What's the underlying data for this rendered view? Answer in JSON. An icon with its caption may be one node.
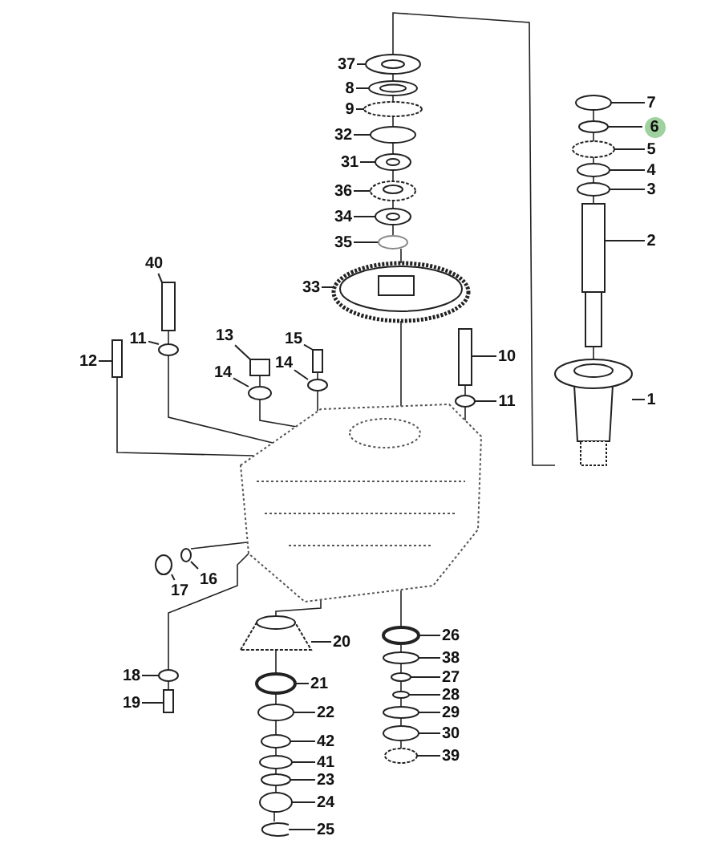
{
  "diagram": {
    "nodes": [
      {
        "text": [
          "37"
        ]
      },
      {
        "text": [
          "8"
        ]
      },
      {
        "text": [
          "9"
        ]
      },
      {
        "text": [
          "32"
        ]
      },
      {
        "text": [
          "31"
        ]
      },
      {
        "text": [
          "36"
        ]
      },
      {
        "text": [
          "34"
        ]
      },
      {
        "text": [
          "35"
        ]
      },
      {
        "text": [
          "33"
        ]
      },
      {
        "text": [
          "7"
        ]
      },
      {
        "text": [
          "6"
        ]
      },
      {
        "text": [
          "5"
        ]
      },
      {
        "text": [
          "4"
        ]
      },
      {
        "text": [
          "3"
        ]
      },
      {
        "text": [
          "2"
        ]
      },
      {
        "text": [
          "1"
        ]
      },
      {
        "text": [
          "40"
        ]
      },
      {
        "text": [
          "11"
        ]
      },
      {
        "text": [
          "12"
        ]
      },
      {
        "text": [
          "13"
        ]
      },
      {
        "text": [
          "14"
        ]
      },
      {
        "text": [
          "15"
        ]
      },
      {
        "text": [
          "14"
        ]
      },
      {
        "text": [
          "10"
        ]
      },
      {
        "text": [
          "11"
        ]
      },
      {
        "text": [
          "16"
        ]
      },
      {
        "text": [
          "17"
        ]
      },
      {
        "text": [
          "18"
        ]
      },
      {
        "text": [
          "19"
        ]
      },
      {
        "text": [
          "20"
        ]
      },
      {
        "text": [
          "21"
        ]
      },
      {
        "text": [
          "22"
        ]
      },
      {
        "text": [
          "42"
        ]
      },
      {
        "text": [
          "41"
        ]
      },
      {
        "text": [
          "23"
        ]
      },
      {
        "text": [
          "24"
        ]
      },
      {
        "text": [
          "25"
        ]
      },
      {
        "text": [
          "26"
        ]
      },
      {
        "text": [
          "38"
        ]
      },
      {
        "text": [
          "27"
        ]
      },
      {
        "text": [
          "28"
        ]
      },
      {
        "text": [
          "29"
        ]
      },
      {
        "text": [
          "30"
        ]
      },
      {
        "text": [
          "39"
        ]
      },
      {
        "text": [],
        "shape": "picture"
      },
      {
        "text": [],
        "shape": "picture"
      },
      {
        "text": [],
        "shape": "circle"
      },
      {
        "text": [],
        "shape": "circle"
      },
      {
        "text": [],
        "shape": "picture"
      },
      {
        "text": [],
        "shape": "picture"
      },
      {
        "text": [],
        "shape": "picture"
      },
      {
        "text": [],
        "shape": "circle"
      },
      {
        "text": [],
        "shape": "picture"
      },
      {
        "text": [],
        "shape": "circle"
      },
      {
        "text": [],
        "shape": "circle"
      },
      {
        "text": [],
        "shape": "circle"
      },
      {
        "text": [],
        "shape": "circle"
      },
      {
        "text": [],
        "shape": "circle"
      },
      {
        "text": [],
        "shape": "picture"
      },
      {
        "text": [],
        "shape": "picture"
      },
      {
        "text": [],
        "shape": "box"
      },
      {
        "text": [],
        "shape": "circle"
      },
      {
        "text": [],
        "shape": "box"
      },
      {
        "text": [],
        "shape": "box"
      },
      {
        "text": [],
        "shape": "circle"
      },
      {
        "text": [],
        "shape": "box"
      },
      {
        "text": [],
        "shape": "circle"
      },
      {
        "text": [],
        "shape": "box"
      },
      {
        "text": [],
        "shape": "circle"
      },
      {
        "text": [],
        "shape": "circle"
      },
      {
        "text": [],
        "shape": "circle"
      },
      {
        "text": [],
        "shape": "circle"
      },
      {
        "text": [],
        "shape": "box"
      },
      {
        "text": [],
        "shape": "picture"
      },
      {
        "text": [],
        "shape": "circle"
      },
      {
        "text": [],
        "shape": "circle"
      },
      {
        "text": [],
        "shape": "circle"
      },
      {
        "text": [],
        "shape": "circle"
      },
      {
        "text": [],
        "shape": "circle"
      },
      {
        "text": [],
        "shape": "circle"
      },
      {
        "text": [],
        "shape": "picture"
      },
      {
        "text": [],
        "shape": "circle"
      },
      {
        "text": [],
        "shape": "circle"
      },
      {
        "text": [],
        "shape": "circle"
      },
      {
        "text": [],
        "shape": "circle"
      },
      {
        "text": [],
        "shape": "circle"
      },
      {
        "text": [],
        "shape": "circle"
      },
      {
        "text": [],
        "shape": "circle"
      },
      {
        "text": [],
        "shape": "picture"
      }
    ],
    "edges": [
      {
        "from": 0,
        "to": 44,
        "arrow": "none"
      },
      {
        "from": 1,
        "to": 45,
        "arrow": "none"
      },
      {
        "from": 2,
        "to": 46,
        "arrow": "none"
      },
      {
        "from": 3,
        "to": 47,
        "arrow": "none"
      },
      {
        "from": 4,
        "to": 48,
        "arrow": "none"
      },
      {
        "from": 5,
        "to": 49,
        "arrow": "none"
      },
      {
        "from": 6,
        "to": 50,
        "arrow": "none"
      },
      {
        "from": 7,
        "to": 51,
        "arrow": "none"
      },
      {
        "from": 8,
        "to": 52,
        "arrow": "none"
      },
      {
        "from": 9,
        "to": 53,
        "arrow": "none"
      },
      {
        "from": 10,
        "to": 54,
        "arrow": "none"
      },
      {
        "from": 11,
        "to": 55,
        "arrow": "none"
      },
      {
        "from": 12,
        "to": 56,
        "arrow": "none"
      },
      {
        "from": 13,
        "to": 57,
        "arrow": "none"
      },
      {
        "from": 14,
        "to": 58,
        "arrow": "none"
      },
      {
        "from": 15,
        "to": 59,
        "arrow": "none"
      },
      {
        "from": 16,
        "to": 60,
        "arrow": "none"
      },
      {
        "from": 17,
        "to": 61,
        "arrow": "none"
      },
      {
        "from": 18,
        "to": 62,
        "arrow": "none"
      },
      {
        "from": 19,
        "to": 63,
        "arrow": "none"
      },
      {
        "from": 20,
        "to": 64,
        "arrow": "none"
      },
      {
        "from": 21,
        "to": 65,
        "arrow": "none"
      },
      {
        "from": 22,
        "to": 66,
        "arrow": "none"
      },
      {
        "from": 23,
        "to": 67,
        "arrow": "none"
      },
      {
        "from": 24,
        "to": 68,
        "arrow": "none"
      },
      {
        "from": 25,
        "to": 69,
        "arrow": "none"
      },
      {
        "from": 26,
        "to": 70,
        "arrow": "none"
      },
      {
        "from": 27,
        "to": 71,
        "arrow": "none"
      },
      {
        "from": 28,
        "to": 72,
        "arrow": "none"
      },
      {
        "from": 29,
        "to": 73,
        "arrow": "none"
      },
      {
        "from": 30,
        "to": 74,
        "arrow": "none"
      },
      {
        "from": 31,
        "to": 75,
        "arrow": "none"
      },
      {
        "from": 32,
        "to": 76,
        "arrow": "none"
      },
      {
        "from": 33,
        "to": 77,
        "arrow": "none"
      },
      {
        "from": 34,
        "to": 78,
        "arrow": "none"
      },
      {
        "from": 35,
        "to": 79,
        "arrow": "none"
      },
      {
        "from": 36,
        "to": 80,
        "arrow": "none"
      },
      {
        "from": 37,
        "to": 81,
        "arrow": "none"
      },
      {
        "from": 38,
        "to": 82,
        "arrow": "none"
      },
      {
        "from": 39,
        "to": 83,
        "arrow": "none"
      },
      {
        "from": 40,
        "to": 84,
        "arrow": "none"
      },
      {
        "from": 41,
        "to": 85,
        "arrow": "none"
      },
      {
        "from": 42,
        "to": 86,
        "arrow": "none"
      },
      {
        "from": 43,
        "to": 87,
        "arrow": "none"
      },
      {
        "from": 44,
        "to": 45,
        "arrow": "none"
      },
      {
        "from": 45,
        "to": 46,
        "arrow": "none"
      },
      {
        "from": 46,
        "to": 47,
        "arrow": "none"
      },
      {
        "from": 47,
        "to": 48,
        "arrow": "none"
      },
      {
        "from": 48,
        "to": 49,
        "arrow": "none"
      },
      {
        "from": 49,
        "to": 50,
        "arrow": "none"
      },
      {
        "from": 50,
        "to": 51,
        "arrow": "none"
      },
      {
        "from": 51,
        "to": 52,
        "arrow": "none"
      },
      {
        "from": 52,
        "to": 88,
        "arrow": "none"
      },
      {
        "from": 44,
        "to": 59,
        "arrow": "none"
      },
      {
        "from": 53,
        "to": 54,
        "arrow": "none"
      },
      {
        "from": 54,
        "to": 55,
        "arrow": "none"
      },
      {
        "from": 55,
        "to": 56,
        "arrow": "none"
      },
      {
        "from": 56,
        "to": 57,
        "arrow": "none"
      },
      {
        "from": 57,
        "to": 58,
        "arrow": "none"
      },
      {
        "from": 58,
        "to": 59,
        "arrow": "none"
      },
      {
        "from": 62,
        "to": 88,
        "arrow": "none"
      },
      {
        "from": 60,
        "to": 61,
        "arrow": "none"
      },
      {
        "from": 61,
        "to": 88,
        "arrow": "none"
      },
      {
        "from": 63,
        "to": 64,
        "arrow": "none"
      },
      {
        "from": 64,
        "to": 88,
        "arrow": "none"
      },
      {
        "from": 65,
        "to": 66,
        "arrow": "none"
      },
      {
        "from": 66,
        "to": 88,
        "arrow": "none"
      },
      {
        "from": 67,
        "to": 68,
        "arrow": "none"
      },
      {
        "from": 68,
        "to": 88,
        "arrow": "none"
      },
      {
        "from": 69,
        "to": 88,
        "arrow": "none"
      },
      {
        "from": 88,
        "to": 71,
        "arrow": "none"
      },
      {
        "from": 71,
        "to": 72,
        "arrow": "none"
      },
      {
        "from": 88,
        "to": 73,
        "arrow": "none"
      },
      {
        "from": 73,
        "to": 74,
        "arrow": "none"
      },
      {
        "from": 74,
        "to": 75,
        "arrow": "none"
      },
      {
        "from": 75,
        "to": 76,
        "arrow": "none"
      },
      {
        "from": 76,
        "to": 77,
        "arrow": "none"
      },
      {
        "from": 77,
        "to": 78,
        "arrow": "none"
      },
      {
        "from": 78,
        "to": 79,
        "arrow": "none"
      },
      {
        "from": 79,
        "to": 80,
        "arrow": "none"
      },
      {
        "from": 88,
        "to": 81,
        "arrow": "none"
      },
      {
        "from": 81,
        "to": 82,
        "arrow": "none"
      },
      {
        "from": 82,
        "to": 83,
        "arrow": "none"
      },
      {
        "from": 83,
        "to": 84,
        "arrow": "none"
      },
      {
        "from": 84,
        "to": 85,
        "arrow": "none"
      },
      {
        "from": 85,
        "to": 86,
        "arrow": "none"
      },
      {
        "from": 86,
        "to": 87,
        "arrow": "none"
      }
    ]
  }
}
